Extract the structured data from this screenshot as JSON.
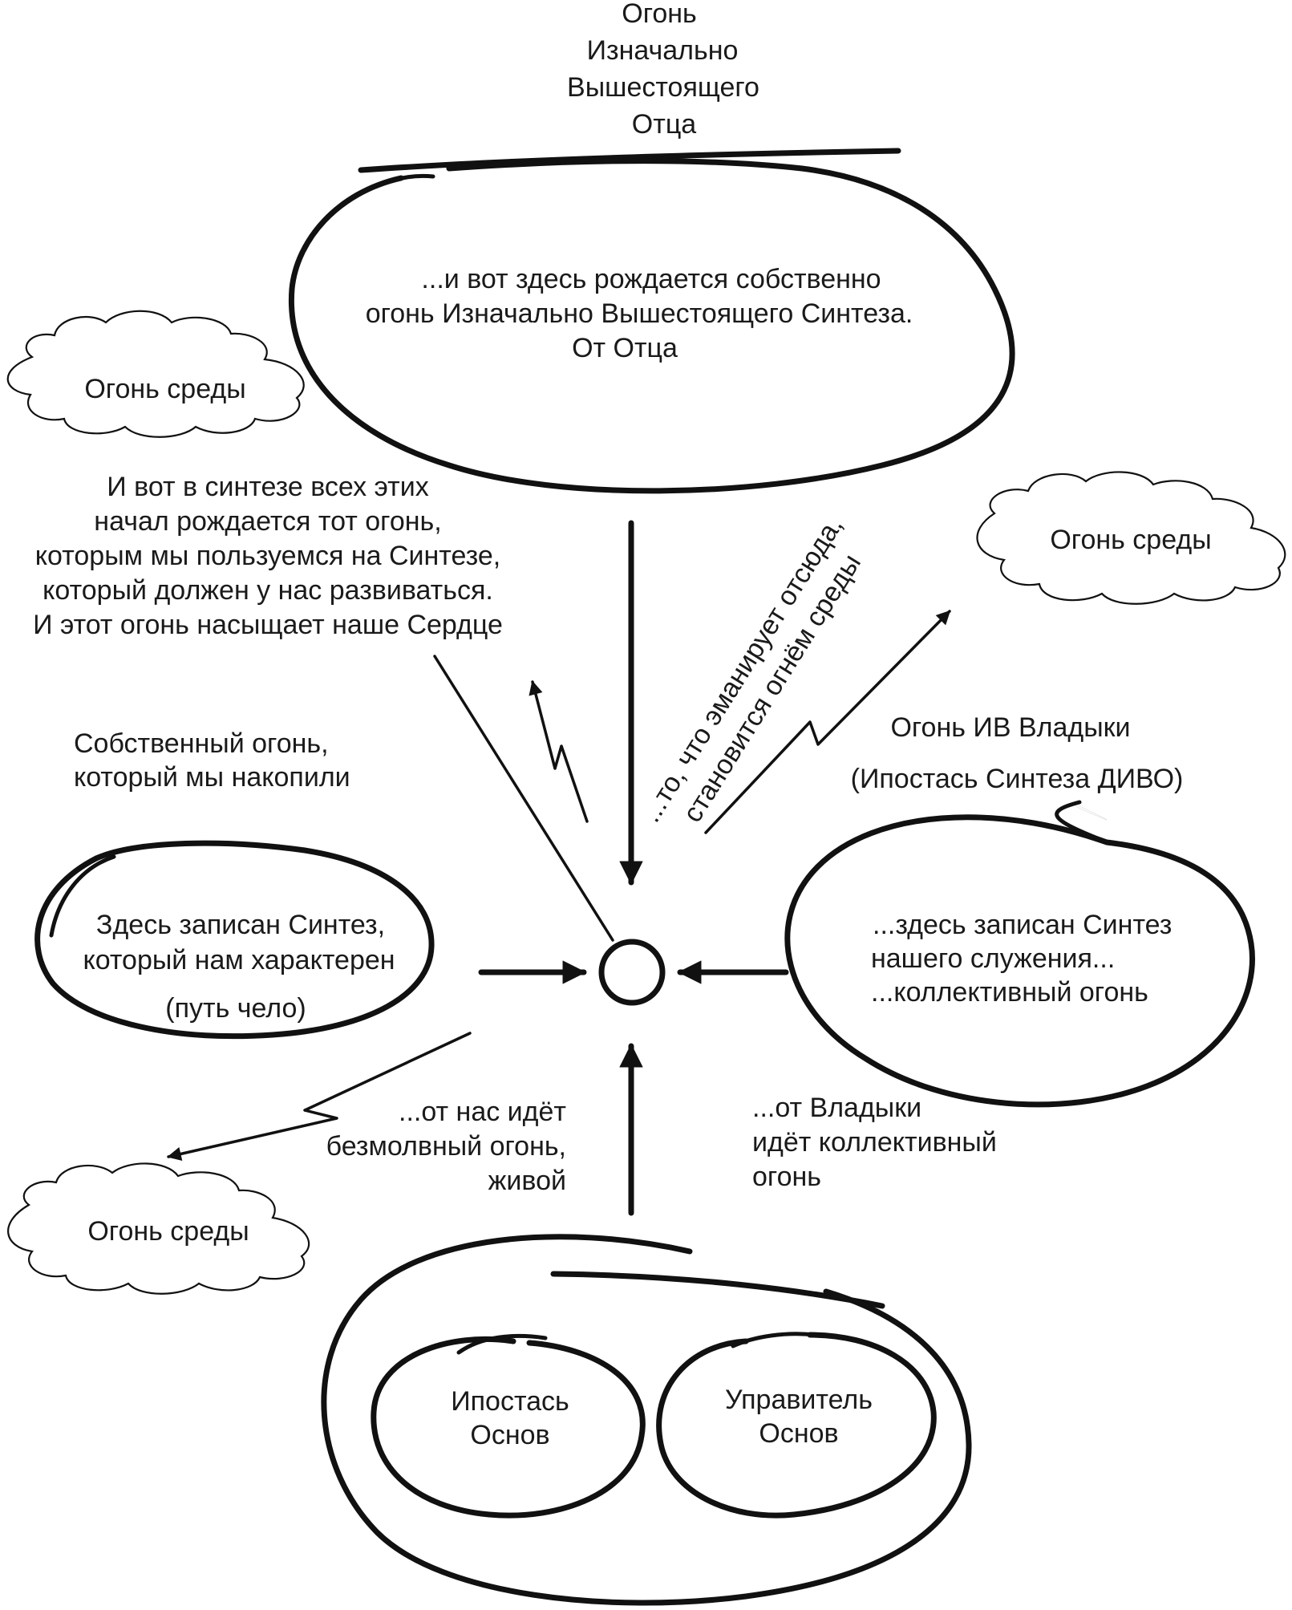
{
  "title_lines": [
    "Огонь",
    "Изначально",
    "Вышестоящего",
    "Отца"
  ],
  "top_oval_lines": [
    "...и вот здесь рождается собственно",
    "огонь Изначально Вышестоящего Синтеза.",
    "От Отца"
  ],
  "clouds": {
    "top_left": "Огонь среды",
    "right": "Огонь среды",
    "bottom_left": "Огонь среды"
  },
  "synthesis_text": [
    "И вот в синтезе всех этих",
    "начал рождается тот огонь,",
    "которым мы пользуемся на Синтезе,",
    "который должен у нас развиваться.",
    "И этот огонь насыщает наше Сердце"
  ],
  "emanation_text": [
    "...то, что эманирует отсюда,",
    "становится огнём среды"
  ],
  "own_fire_label": [
    "Собственный огонь,",
    "который мы накопили"
  ],
  "left_oval_lines": [
    "Здесь записан Синтез,",
    "который нам характерен",
    "(путь чело)"
  ],
  "vladyka_label": [
    "Огонь ИВ Владыки",
    "(Ипостась Синтеза ДИВО)"
  ],
  "right_oval_lines": [
    "...здесь записан Синтез",
    "нашего служения...",
    "...коллективный огонь"
  ],
  "silent_fire_text": [
    "...от нас идёт",
    "безмолвный огонь,",
    "живой"
  ],
  "collective_fire_text": [
    "...от Владыки",
    "идёт коллективный",
    "огонь"
  ],
  "bottom_inner_left": [
    "Ипостась",
    "Основ"
  ],
  "bottom_inner_right": [
    "Управитель",
    "Основ"
  ]
}
